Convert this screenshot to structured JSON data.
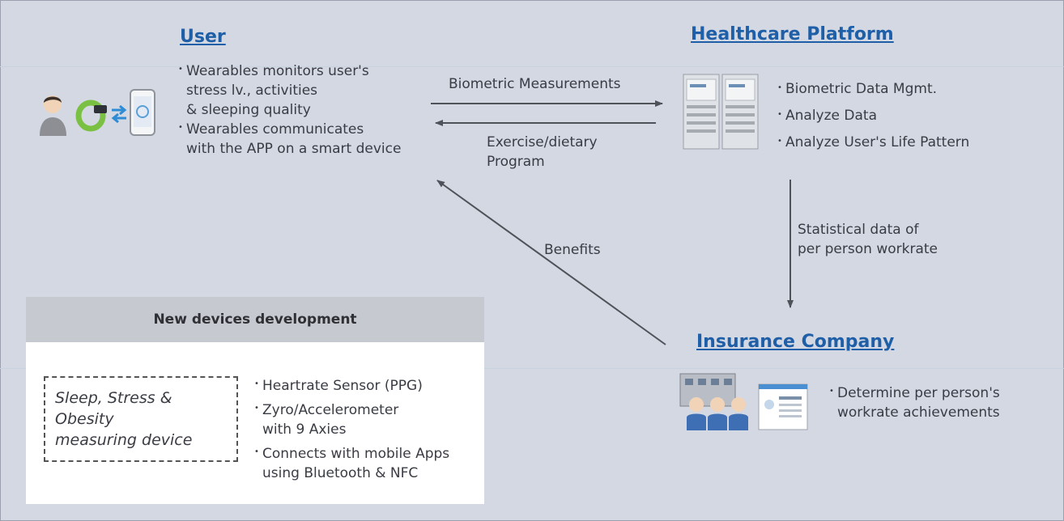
{
  "user": {
    "title": "User",
    "bullets": [
      "Wearables monitors user's\nstress lv., activities\n& sleeping quality",
      "Wearables communicates\nwith the APP on a smart device"
    ]
  },
  "platform": {
    "title": "Healthcare Platform",
    "bullets": [
      "Biometric Data Mgmt.",
      "Analyze Data",
      "Analyze User's Life Pattern"
    ]
  },
  "insurance": {
    "title": "Insurance Company",
    "bullets": [
      "Determine per person's\nworkrate achievements"
    ]
  },
  "flows": {
    "biometric": "Biometric Measurements",
    "program": "Exercise/dietary\nProgram",
    "statistical": "Statistical data of\nper person workrate",
    "benefits": "Benefits"
  },
  "devices": {
    "heading": "New devices development",
    "device_name": "Sleep, Stress &\nObesity\nmeasuring device",
    "features": [
      "Heartrate Sensor (PPG)",
      "Zyro/Accelerometer\nwith 9 Axies",
      "Connects with mobile Apps\nusing Bluetooth & NFC"
    ]
  },
  "colors": {
    "title": "#1f5fa8",
    "background": "#d4d8e2",
    "arrow": "#4f5258"
  },
  "icons": [
    "person-icon",
    "wristband-icon",
    "sync-arrows-icon",
    "smartphone-icon",
    "server-icon",
    "office-building-icon",
    "people-icon",
    "document-icon"
  ]
}
